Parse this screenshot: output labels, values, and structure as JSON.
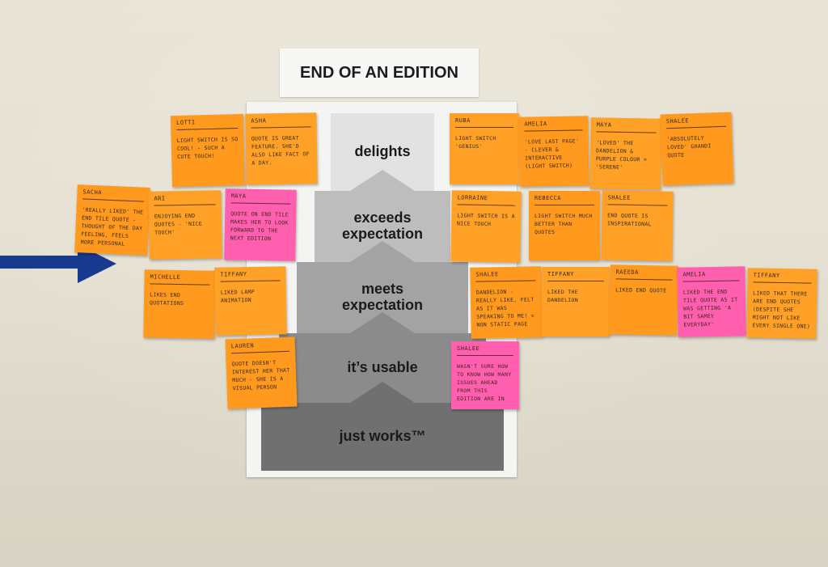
{
  "title": "END OF AN EDITION",
  "tiers": [
    {
      "label": "delights",
      "color": "#e2e2e2"
    },
    {
      "label": "exceeds\nexpectation",
      "color": "#bdbdbd"
    },
    {
      "label": "meets\nexpectation",
      "color": "#a3a3a3"
    },
    {
      "label": "it’s usable",
      "color": "#8b8b8b"
    },
    {
      "label": "just works™",
      "color": "#707070"
    }
  ],
  "tape_color": "#173a8f",
  "notes": [
    {
      "name": "Lotti",
      "text": "Light switch is so cool! - Such a cute touch!",
      "color": "orange"
    },
    {
      "name": "Asha",
      "text": "Quote is great feature. She'd also like fact of a day.",
      "color": "orange"
    },
    {
      "name": "Sacha",
      "text": "'Really liked' the end tile quote - thought of the day feeling, feels more personal",
      "color": "orange"
    },
    {
      "name": "Ari",
      "text": "Enjoying end quotes - 'nice touch'",
      "color": "orange"
    },
    {
      "name": "Maya",
      "text": "Quote on end tile makes her to look forward to the next edition",
      "color": "pink"
    },
    {
      "name": "Michelle",
      "text": "Likes end quotations",
      "color": "orange"
    },
    {
      "name": "Tiffany",
      "text": "Liked lamp animation",
      "color": "orange"
    },
    {
      "name": "Lauren",
      "text": "Quote doesn't interest her that much - she is a visual person",
      "color": "orange"
    },
    {
      "name": "Ruba",
      "text": "Light switch 'genius'",
      "color": "orange"
    },
    {
      "name": "Amelia",
      "text": "'Love last page' - clever & interactive (light switch)",
      "color": "orange"
    },
    {
      "name": "Maya",
      "text": "'Loved' the dandelion & purple colour = 'serene'",
      "color": "orange"
    },
    {
      "name": "Shalee",
      "text": "'Absolutely loved' Ghandi quote",
      "color": "orange"
    },
    {
      "name": "Lorraine",
      "text": "Light switch is a nice touch",
      "color": "orange"
    },
    {
      "name": "Rebecca",
      "text": "Light switch much better than quotes",
      "color": "orange"
    },
    {
      "name": "Shalee",
      "text": "End quote is inspirational",
      "color": "orange"
    },
    {
      "name": "Shalee",
      "text": "Dandelion - really like, felt as it was speaking to me! = non static page",
      "color": "orange"
    },
    {
      "name": "Tiffany",
      "text": "Liked the dandelion",
      "color": "orange"
    },
    {
      "name": "Raeeda",
      "text": "Liked end quote",
      "color": "orange"
    },
    {
      "name": "Amelia",
      "text": "Liked the end tile quote as it was getting 'a bit samey everyday'",
      "color": "pink"
    },
    {
      "name": "Tiffany",
      "text": "Liked that there are end quotes (despite she might not like every single one)",
      "color": "orange"
    },
    {
      "name": "Shalee",
      "text": "Wasn't sure how to know how many issues ahead from this edition are in",
      "color": "pink"
    }
  ]
}
